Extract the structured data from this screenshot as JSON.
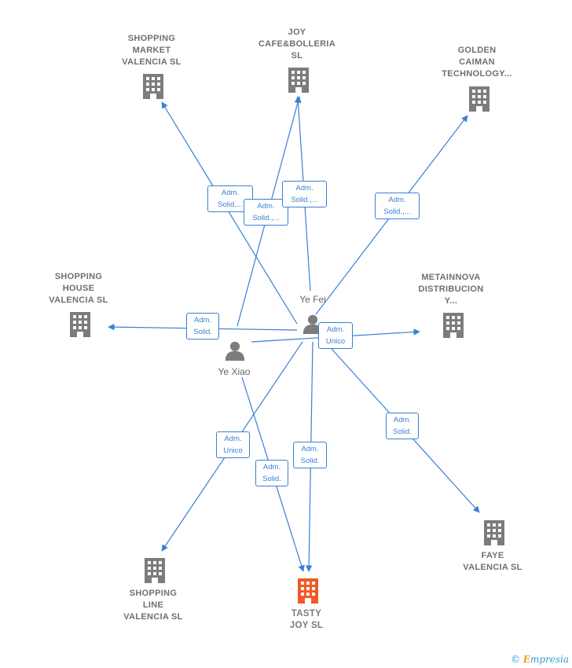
{
  "colors": {
    "edge": "#3a7fd5",
    "building": "#7c7c7c",
    "main_building": "#f05a28",
    "person": "#7c7c7c"
  },
  "companies": [
    {
      "id": "shopping-market",
      "label": "SHOPPING\nMARKET\nVALENCIA  SL",
      "main": false
    },
    {
      "id": "joy-cafe",
      "label": "JOY\nCAFE&BOLLERIA\nSL",
      "main": false
    },
    {
      "id": "golden-caiman",
      "label": "GOLDEN\nCAIMAN\nTECHNOLOGY...",
      "main": false
    },
    {
      "id": "shopping-house",
      "label": "SHOPPING\nHOUSE\nVALENCIA  SL",
      "main": false
    },
    {
      "id": "metainnova",
      "label": "METAINNOVA\nDISTRIBUCION\nY...",
      "main": false
    },
    {
      "id": "faye",
      "label": "FAYE\nVALENCIA  SL",
      "main": false
    },
    {
      "id": "shopping-line",
      "label": "SHOPPING\nLINE\nVALENCIA  SL",
      "main": false
    },
    {
      "id": "tasty-joy",
      "label": "TASTY\nJOY  SL",
      "main": true
    }
  ],
  "persons": [
    {
      "id": "ye-fei",
      "label": "Ye Fei"
    },
    {
      "id": "ye-xiao",
      "label": "Ye Xiao"
    }
  ],
  "edges": [
    {
      "id": "e1",
      "label": "Adm.\nSolid...."
    },
    {
      "id": "e2",
      "label": "Adm.\nSolid.,..."
    },
    {
      "id": "e3",
      "label": "Adm.\nSolid.,..."
    },
    {
      "id": "e4",
      "label": "Adm.\nSolid.,..."
    },
    {
      "id": "e5",
      "label": "Adm.\nSolid."
    },
    {
      "id": "e6",
      "label": "Adm.\nUnico"
    },
    {
      "id": "e7",
      "label": "Adm.\nSolid."
    },
    {
      "id": "e8",
      "label": "Adm.\nUnico"
    },
    {
      "id": "e9",
      "label": "Adm.\nSolid."
    },
    {
      "id": "e10",
      "label": "Adm.\nSolid."
    }
  ],
  "footer": {
    "copyright": "©",
    "brand_first": "E",
    "brand_rest": "mpresia"
  }
}
